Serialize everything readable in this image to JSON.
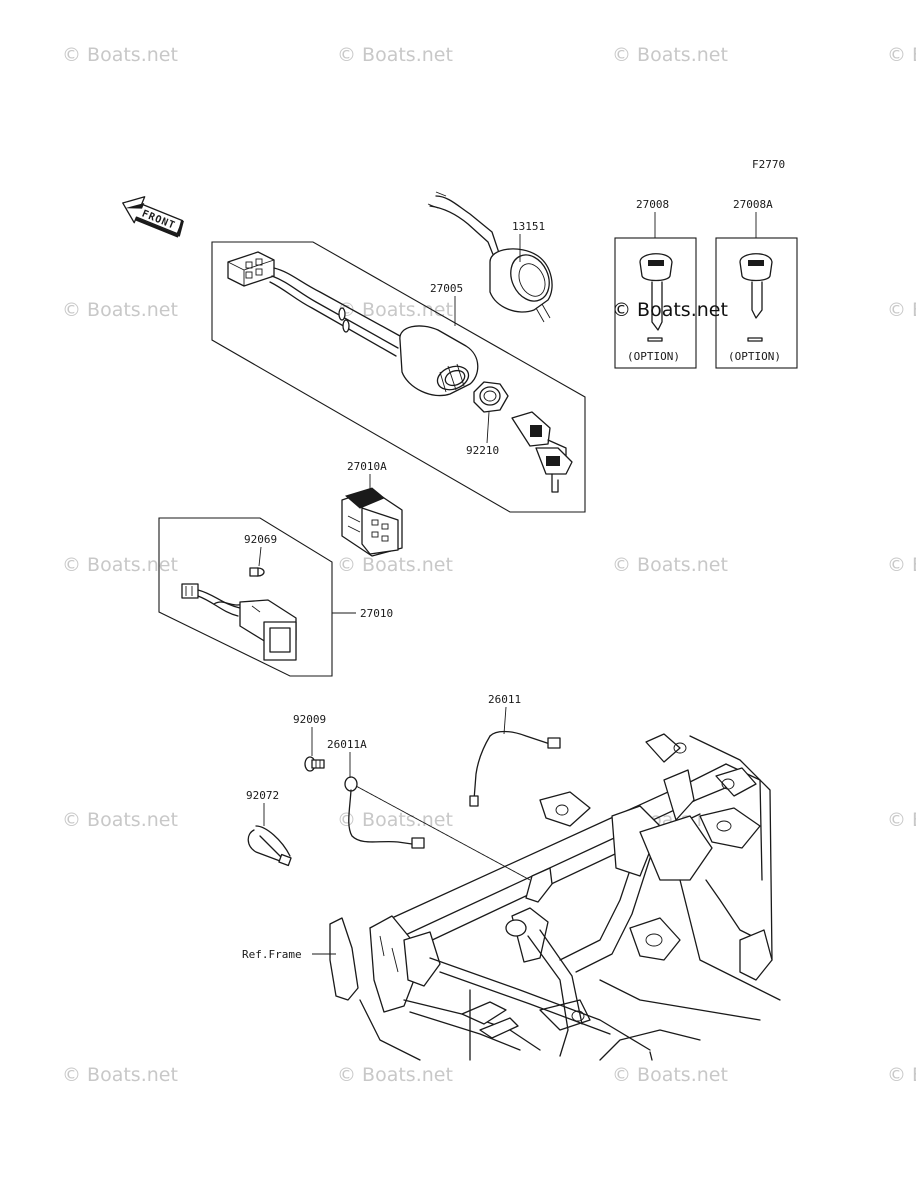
{
  "diagram_code": "F2770",
  "front_marker": "FRONT",
  "watermark": "© Boats.net",
  "parts": [
    {
      "id": "p13151",
      "label": "13151"
    },
    {
      "id": "p27005",
      "label": "27005"
    },
    {
      "id": "p92210",
      "label": "92210"
    },
    {
      "id": "p27008",
      "label": "27008"
    },
    {
      "id": "p27008A",
      "label": "27008A"
    },
    {
      "id": "p27010A",
      "label": "27010A"
    },
    {
      "id": "p92069",
      "label": "92069"
    },
    {
      "id": "p27010",
      "label": "27010"
    },
    {
      "id": "p26011",
      "label": "26011"
    },
    {
      "id": "p92009",
      "label": "92009"
    },
    {
      "id": "p26011A",
      "label": "26011A"
    },
    {
      "id": "p92072",
      "label": "92072"
    }
  ],
  "option_note": "(OPTION)",
  "ref_frame": "Ref.Frame"
}
